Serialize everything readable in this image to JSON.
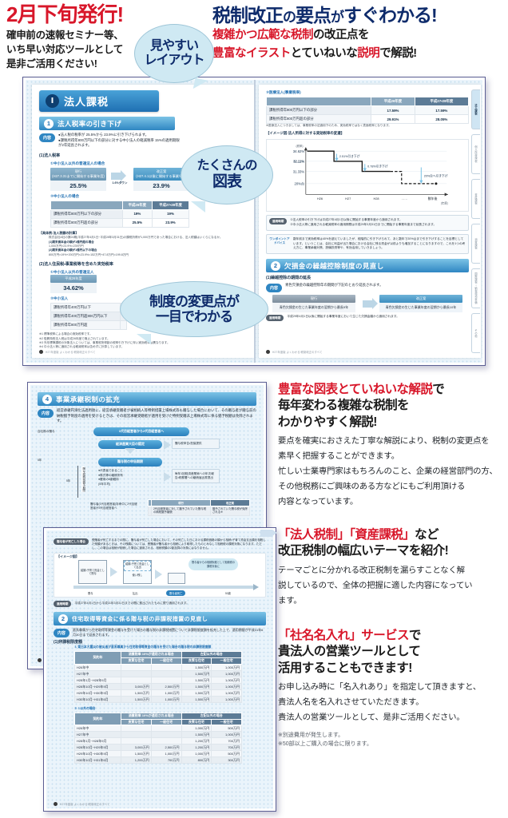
{
  "header": {
    "kicker": "2月下旬発行!",
    "sub_lines": [
      "確申前の速報セミナー等、",
      "いち早い対応ツールとして",
      "是非ご活用ください!"
    ],
    "title_main": "税制改正",
    "title_no": "の",
    "title_point": "要点",
    "title_ga": "が",
    "title_tail": "すぐわかる!",
    "line2_a": "複雑かつ広範な",
    "line2_b": "税制",
    "line2_c": "の改正点を",
    "line3_a": "豊富なイラスト",
    "line3_b": "とていねいな",
    "line3_c": "説明",
    "line3_d": "で解説!"
  },
  "bubbles": [
    {
      "id": "layout",
      "line1": "見やすい",
      "line2": "レイアウト"
    },
    {
      "id": "charts",
      "line1": "たくさんの",
      "line2": "図表"
    },
    {
      "id": "change",
      "line1": "制度の変更点が",
      "line2": "一目でわかる"
    }
  ],
  "spread": {
    "left_page": {
      "chapter": {
        "num": "Ⅰ",
        "title": "法人課税"
      },
      "section": {
        "num": "1",
        "title": "法人税率の引き下げ"
      },
      "naiyou_tag": "内容",
      "naiyou_lines": [
        "●法人税の税率が 25.5%から 23.9%に引き下げられます。",
        "●課税所得年800万円以下の部分に対する中小法人の軽減税率 15%の適用期限が2年延長されます。"
      ],
      "block1_head": "(1)法人税率",
      "tbl1_head": "①中小法人以外の普通法人の場合",
      "tbl1_before_label": "現行\n(H27.3.31までに開始する事業年度)",
      "tbl1_before_value": "25.5%",
      "tbl1_delta": "1.6%ダウン",
      "tbl1_after_label": "改正案\n(H27.4.1以後に開始する事業年度)",
      "tbl1_after_value": "23.9%",
      "tbl2_head": "②中小法人の場合",
      "tbl2_cols": [
        "",
        "平成26年度",
        "平成27・28年度"
      ],
      "tbl2_rows": [
        [
          "課税所得年800万円以下の部分",
          "19%",
          "19%"
        ],
        [
          "課税所得年800万円超の部分",
          "25.5%",
          "23.9%"
        ]
      ],
      "example_head": "【具体例:法人税額の計算】",
      "example_lines": [
        "株式会社A社の第24期(平成27年4月1日~平成28年3月31日)の課税所得が1,000万円であった場合における、法人税額はいくらになるか。",
        "(1)期末資本金の額が1億円超の場合",
        "   1,000万円×23.9%=239万円",
        "(2)期末資本金の額が1億円以下の場合",
        "   800万円×19%+200万円×23.9%=152万円+47.8万円=199.8万円"
      ],
      "block2_head": "(2)法人住民税・事業税等を含めた実効税率",
      "tbl3_head": "①中小法人以外の普通法人",
      "tbl3_label": "平成26年度",
      "tbl3_value": "34.62%",
      "tbl4_head": "②中小法人",
      "tbl4_rows": [
        [
          "課税所得年400万円以下",
          "",
          ""
        ],
        [
          "課税所得年400万円超800万円以下",
          "",
          ""
        ],
        [
          "課税所得年800万円超",
          "",
          ""
        ]
      ],
      "footnotes": [
        "※1 標準税率による場合の実効税率です。",
        "※2 復興特別法人税は平成26年度で廃止されています。",
        "※3 外形標準課税の対象法人については、事業税所得割の税率引き下げに伴い実効税率は異なります。",
        "※4 中小法人等に適用される軽減税率は含めずに計算しています。"
      ],
      "footer": "H27年度版 よくわかる!税制改正のすべて"
    },
    "right_page": {
      "tbl_med_head": "③医療法人(事業税率)",
      "tbl_med_cols": [
        "",
        "平成26年度",
        "平成27・28年度"
      ],
      "tbl_med_rows": [
        [
          "課税所得年800万円以下の部分",
          "17.59%",
          "17.59%"
        ],
        [
          "課税所得年800万円超の部分",
          "29.91%",
          "28.05%"
        ]
      ],
      "tbl_med_note": "※医療法人につきましては、事業税率の法適用下のため、実効税率ではなく表面税率となります。",
      "chart_caption": "【イメージ図:法人所得に対する実効税率の変遷】",
      "chart_unit": "(税率)",
      "chart_annot1": "2.51%引き下げ",
      "chart_annot2": "0.78%引き下げ",
      "chart_annot3": "20%台へ引き下げ",
      "chart_xlabel": "(年度)",
      "sec2": {
        "num": "2",
        "title": "欠損金の繰越控除制度の見直し"
      },
      "sec2_block": "(1)繰越控除の期間の延長",
      "sec2_naiyou": "青色欠損金の繰越控除年の期間が下記のとおり延長されます。",
      "sec2_before_head": "現行",
      "sec2_before_body": "青色欠損金の生じた事業年度の翌期から最長9年",
      "sec2_after_head": "改正案",
      "sec2_after_body": "青色欠損金の生じた事業年度の翌期から最長10年",
      "sec2_apply": "平成29年4月1日以後に開始する事業年度において生じた欠損金額から適用されます。",
      "notice_tag": "適用時期",
      "notice_lines": [
        "①法人税率の引き下げは平成27年4月1日以後に開始する事業年度から適用されます。",
        "②中小法人等に適用される軽減税率の適用期限は平成29年3月31日までに開始する事業年度まで延長されます。"
      ],
      "advice_tag": "ワンポイントアドバイス",
      "advice_body": "数年前まで実効税率は40%を超えていましたが、段階的に引き下げられて、あと数年で20%台まで引き下げすることを目標としています。ということは、会社に利益が出た場合における会社に残る資金が以前よりも増加することになりますので、これを1つの考え方に、事業承継対策、設備投資等や、有効活用していきましょう。",
      "footer": "H27年度版 よくわかる!税制改正のすべて",
      "tabs": [
        {
          "label": "法人課税",
          "active": true
        },
        {
          "label": "個人所得課税",
          "active": false
        },
        {
          "label": "資産課税",
          "active": false
        },
        {
          "label": "消費課税",
          "active": false
        },
        {
          "label": "国際課税・納税環境整備",
          "active": false
        },
        {
          "label": "その他",
          "active": false
        }
      ]
    }
  },
  "lower_pages": {
    "back_page": {
      "section": {
        "num": "4",
        "title": "事業承継税制の拡充"
      },
      "naiyou_tag": "内容",
      "naiyou_text": "経営承継円滑化法適用後に、経営承継受贈者が被相続人等特例措置上場株式等も贈与した場合において、その贈与者が贈与前の納税猶予制度の適用を受けるときは、その経営承継受贈者が適用を受けた特例受贈非上場株式等に係る猶予税額は免除されます。",
      "flow_left_label": "自社株の贈与",
      "flow_top_pill": "1代目経営者から2代目経営者へ",
      "flow_nintei": "経済産業大臣の認定",
      "flow_right_box1": "贈与税申告・担保提供",
      "flow_pill2": "贈与税の申告期限",
      "flow_cond_head": "",
      "flow_conds": [
        "●代表者であること",
        "●株式等の継続所有",
        "●雇用の8割維持",
        "   (5年平均)"
      ],
      "flow_right_box2": "毎年1回経済産業局への年次報告・税務署への継続届出書提出",
      "flow_axis_label": "贈与税納税猶予期間",
      "flow_axis_years": "5年",
      "flow_bottom_text": "贈与者(1代目経営者)存命中に2代目経営者が3代目経営者へ",
      "tbl_cols": [
        "",
        "現行",
        "改正案"
      ],
      "tbl_rows": [
        [
          "",
          "2代目経営者に対して猶予されていた贈与税の納税猶予継続",
          "猶予されていた贈与税が免除される※"
        ]
      ],
      "img_head": "【イメージ図】",
      "img_tag": "贈与者が死亡した場合",
      "img_body": "受贈者が死亡するまでの間に、贈与者が死亡した場合において、その死亡した日における課税価格の額から相続・子育て資金支出額を相殺した残額があるときは、その残額については、受贈者が贈与者から相続により取得したものとみなして相続税の課税対象になります。ただし、この場合は相続が相続した場合に適用される、相続税額の2割加算の対象にはなりません。",
      "img_steps": [
        "結婚・子育て資金として贈与",
        "結婚・子育て資金として払出",
        "使い残し",
        "贈与者からの相続財産として相続税の課税対象に"
      ],
      "img_axis": [
        "贈与",
        "払出",
        "贈与者死亡",
        "50歳"
      ],
      "img_apply": "平成27年4月1日から平成31年3月31日までの間に拠出されたものに限り適用されます。",
      "footer": "H27年度版 よくわかる!税制改正のすべて"
    },
    "front_page": {
      "section": {
        "num": "2",
        "title": "住宅取得等資金に係る贈与税の非課税措置の見直し"
      },
      "naiyou_tag": "内容",
      "naiyou_text": "直系尊属から住宅取得等資金の贈与を受けた場合の贈与税の非課税措置について非課税限度額を拡充した上で、適用期限が平成31年6月30日まで延長されます。",
      "block_head": "(1)非課税限度額",
      "sub1_head": "① 東日本大震災の被災者が直系尊属から住宅取得等資金の贈与を受けた場合の贈与税の非課税限度額",
      "sub2_head": "② ①以外の場合",
      "col_group1": "消費税率 10%が適用される場合",
      "col_group2": "左記以外の場合",
      "col_sub": [
        "良質な住宅",
        "一般住宅",
        "良質な住宅",
        "一般住宅"
      ],
      "row_label_head": "契約年",
      "table1_rows": [
        [
          "H26年中",
          "",
          "",
          "1,500万円",
          "1,000万円"
        ],
        [
          "H27年中",
          "",
          "",
          "1,500万円",
          "1,000万円"
        ],
        [
          "H28年1月~H28年9月",
          "",
          "",
          "1,500万円",
          "1,000万円"
        ],
        [
          "H28年10月~H29年9月",
          "3,000万円",
          "2,500万円",
          "1,500万円",
          "1,000万円"
        ],
        [
          "H29年10月~H30年9月",
          "1,500万円",
          "1,000万円",
          "1,500万円",
          "1,000万円"
        ],
        [
          "H30年10月~H31年6月",
          "1,500万円",
          "1,000万円",
          "1,500万円",
          "1,000万円"
        ]
      ],
      "table2_rows": [
        [
          "H26年中",
          "",
          "",
          "1,000万円",
          "500万円"
        ],
        [
          "H27年中",
          "",
          "",
          "1,500万円",
          "1,000万円"
        ],
        [
          "H28年1月~H28年9月",
          "",
          "",
          "1,200万円",
          "700万円"
        ],
        [
          "H28年10月~H29年9月",
          "3,000万円",
          "2,500万円",
          "1,200万円",
          "700万円"
        ],
        [
          "H29年10月~H30年9月",
          "1,500万円",
          "1,000万円",
          "1,000万円",
          "500万円"
        ],
        [
          "H30年10月~H31年6月",
          "1,200万円",
          "700万円",
          "800万円",
          "300万円"
        ]
      ],
      "footer": "H27年度版 よくわかる!税制改正のすべて"
    }
  },
  "marketing": [
    {
      "id": "block1",
      "head_lines": [
        {
          "text": "豊富な図表とていねいな解説",
          "red": true,
          "suffix": "で"
        },
        {
          "text": "毎年変わる複雑な税制を",
          "red": false
        },
        {
          "text": "わかりやすく解説!",
          "red": false
        }
      ],
      "body_lines": [
        "要点を確実におさえた丁寧な解説により、税制の変更点を",
        "素早く把握することができます。",
        "忙しい士業専門家はもちろんのこと、企業の経営部門の方、",
        "その他税務にご興味のある方などにもご利用頂ける",
        "内容となっています。"
      ],
      "notes": [],
      "has_bullet": false
    },
    {
      "id": "block2",
      "head_lines": [
        {
          "text": "「法人税制」「資産課税」",
          "red": true,
          "suffix": "など"
        },
        {
          "text": "改正税制の幅広いテーマを紹介!",
          "red": false
        }
      ],
      "body_lines": [
        "テーマごとに分かれる改正税制を漏らすことなく解",
        "説しているので、全体の把握に適した内容になってい",
        "ます。"
      ],
      "notes": [],
      "has_bullet": true
    },
    {
      "id": "block3",
      "head_lines": [
        {
          "text": "「社名名入れ」サービス",
          "red": true,
          "suffix": "で"
        },
        {
          "text": "貴法人の営業ツールとして",
          "red": false
        },
        {
          "text": "活用することもできます!",
          "red": false
        }
      ],
      "body_lines": [
        "お申し込み時に「名入れあり」を指定して頂きますと、",
        "貴法人名を名入れさせていただきます。",
        "貴法人の営業ツールとして、是非ご活用ください。"
      ],
      "notes": [
        "※別途費用が発生します。",
        "※50部以上ご購入の場合に限ります。"
      ],
      "has_bullet": false
    }
  ],
  "chart_data": {
    "type": "line",
    "title": "法人所得に対する実効税率の変遷",
    "ylabel": "(税率)",
    "xlabel": "(年度)",
    "x_ticks": [
      "H26",
      "H27",
      "H28",
      "……",
      "数年後",
      ""
    ],
    "y_ticks": [
      "34.62%",
      "32.11%",
      "31.33%",
      "20%台"
    ],
    "ylim": [
      18,
      36
    ],
    "grid": true,
    "series": [
      {
        "name": "実効税率",
        "style": "step-solid",
        "points": [
          {
            "x": "H26",
            "y": 34.62
          },
          {
            "x": "H27",
            "y": 32.11
          },
          {
            "x": "H28",
            "y": 31.33
          }
        ]
      },
      {
        "name": "将来引き下げ見込み",
        "style": "step-dashed",
        "points": [
          {
            "x": "H29",
            "y": 31.33
          },
          {
            "x": "数年後",
            "y": 20.0
          }
        ]
      }
    ],
    "annotations": [
      "2.51%引き下げ",
      "0.78%引き下げ",
      "20%台へ引き下げ"
    ]
  }
}
